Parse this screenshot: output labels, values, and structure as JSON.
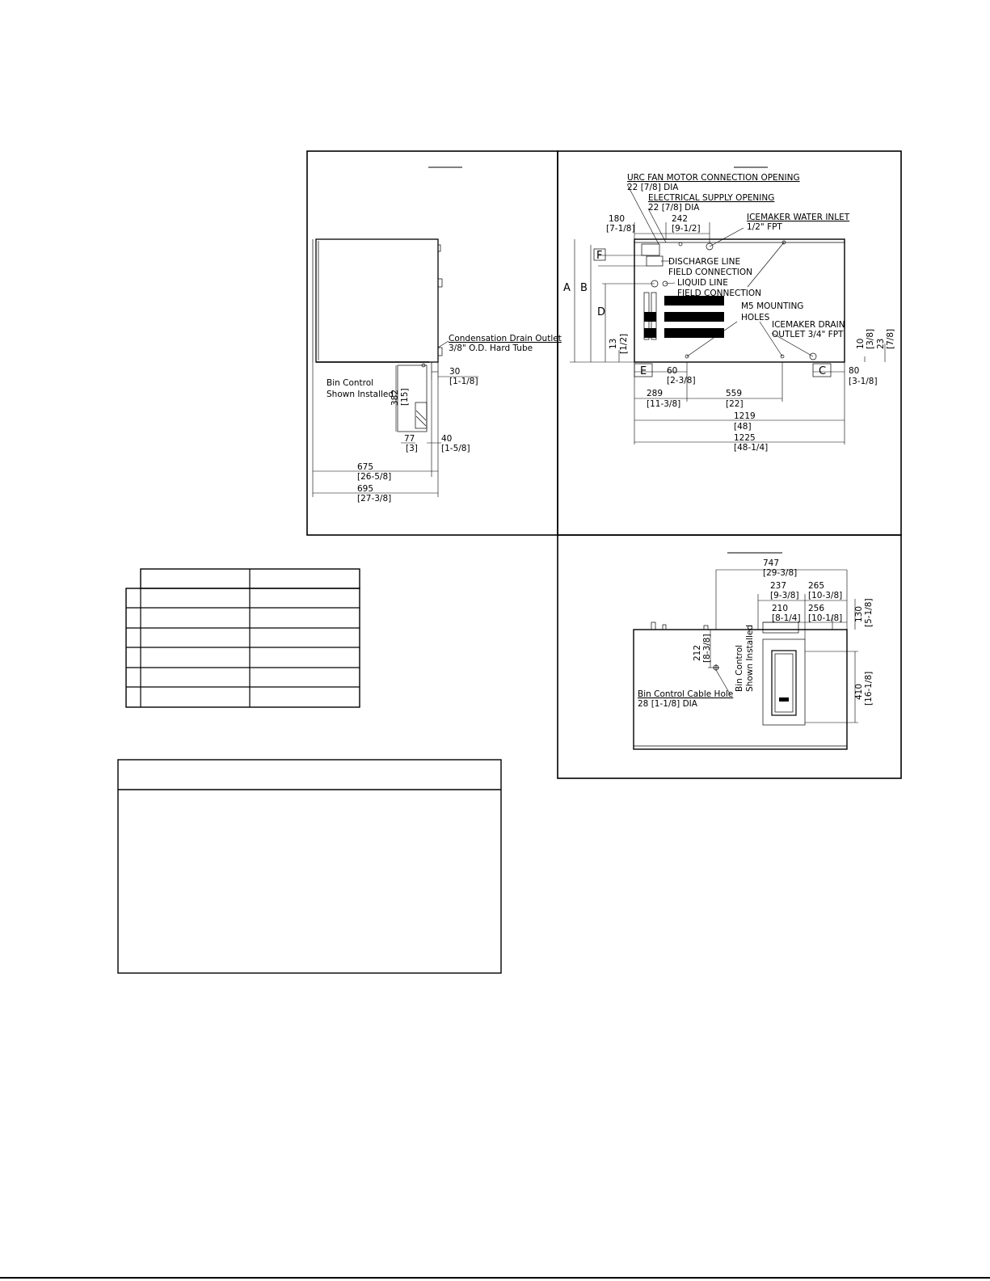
{
  "side_view": {
    "condensation_drain_title": "Condensation Drain Outlet",
    "condensation_drain_spec": "3/8\" O.D. Hard Tube",
    "bin_control_1": "Bin Control",
    "bin_control_2": "Shown Installed",
    "d30": "30",
    "d30i": "[1-1/8]",
    "d382": "382",
    "d382i": "[15]",
    "d77": "77",
    "d77i": "[3]",
    "d40": "40",
    "d40i": "[1-5/8]",
    "d675": "675",
    "d675i": "[26-5/8]",
    "d695": "695",
    "d695i": "[27-3/8]"
  },
  "front_view": {
    "urc_fan": "URC FAN MOTOR CONNECTION OPENING",
    "urc_fan_dia": "22 [7/8] DIA",
    "elec_supply": "ELECTRICAL SUPPLY OPENING",
    "elec_supply_dia": "22 [7/8] DIA",
    "water_inlet": "ICEMAKER WATER INLET",
    "water_inlet_spec": "1/2\" FPT",
    "discharge": "DISCHARGE LINE",
    "field_conn_1": "FIELD CONNECTION",
    "liquid": "LIQUID LINE",
    "field_conn_2": "FIELD CONNECTION",
    "m5_1": "M5 MOUNTING",
    "m5_2": "HOLES",
    "drain_1": "ICEMAKER DRAIN",
    "drain_2": "OUTLET 3/4\" FPT",
    "d180": "180",
    "d180i": "[7-1/8]",
    "d242": "242",
    "d242i": "[9-1/2]",
    "d60": "60",
    "d60i": "[2-3/8]",
    "d289": "289",
    "d289i": "[11-3/8]",
    "d559": "559",
    "d559i": "[22]",
    "d1219": "1219",
    "d1219i": "[48]",
    "d1225": "1225",
    "d1225i": "[48-1/4]",
    "d80": "80",
    "d80i": "[3-1/8]",
    "d13": "13",
    "d13i": "[1/2]",
    "d10": "10",
    "d10i": "[3/8]",
    "d23": "23",
    "d23i": "[7/8]",
    "lA": "A",
    "lB": "B",
    "lC": "C",
    "lD": "D",
    "lE": "E",
    "lF": "F"
  },
  "top_view": {
    "d747": "747",
    "d747i": "[29-3/8]",
    "d237": "237",
    "d237i": "[9-3/8]",
    "d265": "265",
    "d265i": "[10-3/8]",
    "d210": "210",
    "d210i": "[8-1/4]",
    "d256": "256",
    "d256i": "[10-1/8]",
    "d130": "130",
    "d130i": "[5-1/8]",
    "d212": "212",
    "d212i": "[8-3/8]",
    "d410": "410",
    "d410i": "[16-1/8]",
    "bin_ctrl_1": "Bin Control",
    "bin_ctrl_2": "Shown Installed",
    "cable_hole": "Bin Control Cable Hole",
    "cable_hole_dia": "28 [1-1/8] DIA"
  }
}
